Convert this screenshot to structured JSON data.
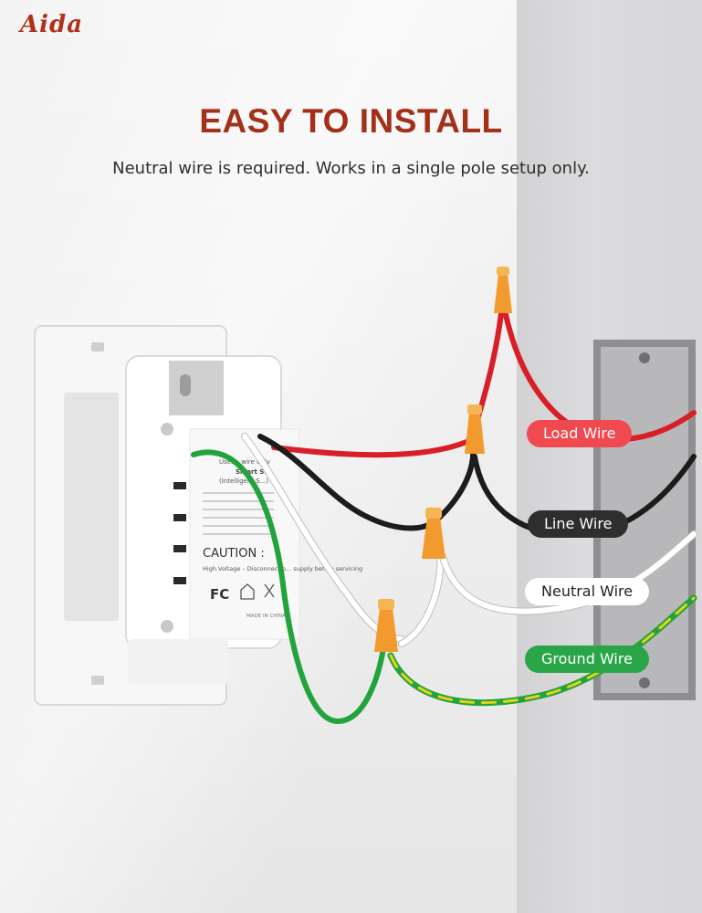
{
  "brand": "Aida",
  "headline": "EASY TO INSTALL",
  "subheadline": "Neutral wire is required. Works in a single pole setup only.",
  "device": {
    "label_lines": [
      "User... wire only",
      "Smart S...",
      "(Intelligent S...)"
    ],
    "caution": "CAUTION :",
    "caution_text": "High Voltage – Disconnect p... supply before servicing",
    "fc_mark": "FC",
    "origin": "MADE IN CHINA"
  },
  "wire_labels": {
    "load": "Load Wire",
    "line": "Line Wire",
    "neutral": "Neutral Wire",
    "ground": "Ground Wire"
  },
  "colors": {
    "title": "#a33019",
    "load": "#e0242b",
    "line": "#1c1c1c",
    "neutral": "#ffffff",
    "ground_green": "#22a33b",
    "ground_yellow": "#e3d21a",
    "connector": "#f29a2e"
  }
}
